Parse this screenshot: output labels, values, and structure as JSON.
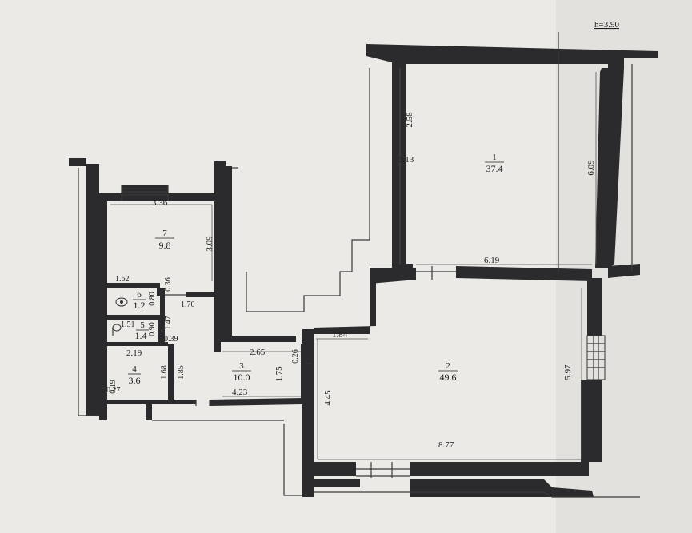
{
  "height_label": "h=3.90",
  "rooms": [
    {
      "id": "1",
      "number": "1",
      "area": "37.4"
    },
    {
      "id": "2",
      "number": "2",
      "area": "49.6"
    },
    {
      "id": "3",
      "number": "3",
      "area": "10.0"
    },
    {
      "id": "4",
      "number": "4",
      "area": "3.6"
    },
    {
      "id": "5",
      "number": "5",
      "area": "1.4"
    },
    {
      "id": "6",
      "number": "6",
      "area": "1.2"
    },
    {
      "id": "7",
      "number": "7",
      "area": "9.8"
    }
  ],
  "dimensions": {
    "r1_top": "2.58",
    "r1_left": "0.13",
    "r1_right": "6.09",
    "r1_bottom": "6.19",
    "r2_top": "1.84",
    "r2_right": "5.97",
    "r2_left": "4.45",
    "r2_bottom": "8.77",
    "r3_top": "2.65",
    "r3_right": "1.75",
    "r3_right2": "0.26",
    "r3_bottom": "4.23",
    "r4_top": "2.19",
    "r4_right1": "1.68",
    "r4_right2": "1.85",
    "r4_left1": "0.27",
    "r4_left2": "0.19",
    "r5_top": "1.51",
    "r5_right1": "0.90",
    "r5_right2": "1.47",
    "r5_bottom": "0.39",
    "r6_top": "1.62",
    "r6_right1": "0.80",
    "r6_right2": "0.36",
    "r6_bottom": "1.70",
    "r7_top": "3.36",
    "r7_right": "3.09"
  }
}
